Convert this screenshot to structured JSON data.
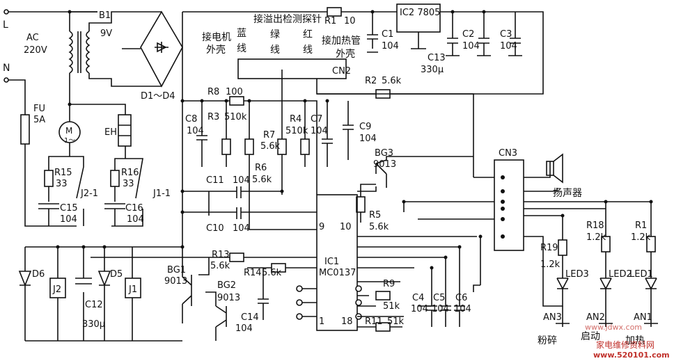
{
  "mains": {
    "l": "L",
    "n": "N",
    "ac": "AC",
    "volt": "220V"
  },
  "transformer": {
    "name": "B1",
    "sec": "9V"
  },
  "bridge": "D1～D4",
  "fuse": {
    "name": "FU",
    "val": "5A"
  },
  "motor": {
    "m": "M",
    "sym": "1～"
  },
  "heater": "EH",
  "r15": {
    "name": "R15",
    "val": "33"
  },
  "c15": {
    "name": "C15",
    "val": "104"
  },
  "j21": "J2-1",
  "r16": {
    "name": "R16",
    "val": "33"
  },
  "c16": {
    "name": "C16",
    "val": "104"
  },
  "j11": "J1-1",
  "d6": "D6",
  "j2": "J2",
  "c12": {
    "name": "C12",
    "val": "330μ"
  },
  "d5": "D5",
  "j1": "J1",
  "r1_top": {
    "name": "R1",
    "val": "10"
  },
  "ic2": "IC2  7805",
  "c1": {
    "name": "C1",
    "val": "104"
  },
  "c2": {
    "name": "C2",
    "val": "104"
  },
  "c3": {
    "name": "C3",
    "val": "104"
  },
  "c13": {
    "name": "C13",
    "val": "330μ"
  },
  "cn2": "CN2",
  "labels": {
    "motor_shell_1": "接电机",
    "motor_shell_2": "外壳",
    "blue": "蓝",
    "line": "线",
    "overflow": "接溢出检测探针",
    "green": "绿",
    "red": "红",
    "heater_1": "接加热管",
    "heater_2": "外壳"
  },
  "r2": {
    "name": "R2",
    "val": "5.6k"
  },
  "r8": {
    "name": "R8",
    "val": "100"
  },
  "r3": {
    "name": "R3",
    "val": "510k"
  },
  "c8": {
    "name": "C8",
    "val": "104"
  },
  "r7": {
    "name": "R7",
    "val": "5.6k"
  },
  "r4": {
    "name": "R4",
    "val": "510k"
  },
  "c7": {
    "name": "C7",
    "val": "104"
  },
  "c9": {
    "name": "C9",
    "val": "104"
  },
  "r6": {
    "name": "R6",
    "val": "5.6k"
  },
  "c11": {
    "name": "C11",
    "val": "104"
  },
  "c10": {
    "name": "C10",
    "val": "104"
  },
  "bg3": {
    "name": "BG3",
    "model": "9013"
  },
  "r5": {
    "name": "R5",
    "val": "5.6k"
  },
  "cn3": "CN3",
  "speaker": "扬声器",
  "r13": {
    "name": "R13",
    "val": "5.6k"
  },
  "r14": {
    "name": "R14",
    "val": "5.6k"
  },
  "bg1": {
    "name": "BG1",
    "model": "9013"
  },
  "bg2": {
    "name": "BG2",
    "model": "9013"
  },
  "c14": {
    "name": "C14",
    "val": "104"
  },
  "ic1": {
    "name": "IC1",
    "model": "MC0137",
    "p9": "9",
    "p10": "10",
    "p1": "1",
    "p18": "18"
  },
  "r9": {
    "name": "R9",
    "val": "51k"
  },
  "r11": {
    "name": "R11",
    "val": "51k"
  },
  "c4": {
    "name": "C4",
    "val": "104"
  },
  "c5": {
    "name": "C5",
    "val": "104"
  },
  "c6": {
    "name": "C6",
    "val": "104"
  },
  "r19": {
    "name": "R19",
    "val": "1.2k"
  },
  "r18": {
    "name": "R18",
    "val": "1.2k"
  },
  "r1_led": {
    "name": "R1",
    "val": "1.2k"
  },
  "led3": "LED3",
  "led2": "LED2",
  "led1": "LED1",
  "an3": "AN3",
  "an2": "AN2",
  "an1": "AN1",
  "btn": {
    "crush": "粉碎",
    "start": "启动",
    "heat": "加热"
  },
  "watermark": {
    "cn": "家电维修资料网",
    "url": "www.520101.com",
    "mid": "www.jdwx.com"
  }
}
